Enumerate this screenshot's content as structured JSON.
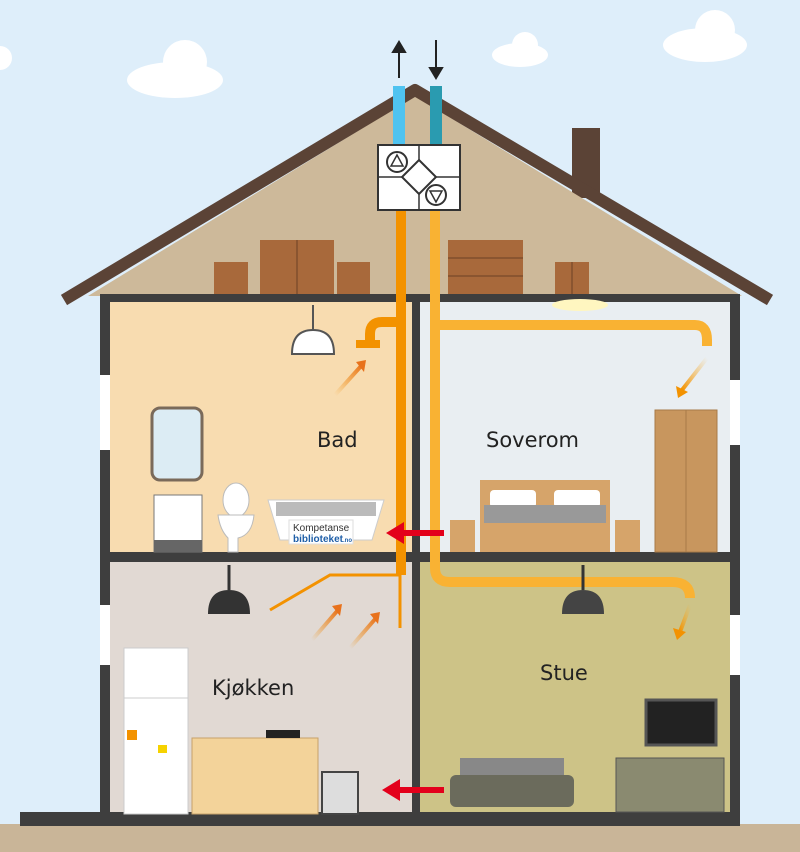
{
  "rooms": {
    "bad": "Bad",
    "soverom": "Soverom",
    "kjokken": "Kjøkken",
    "stue": "Stue"
  },
  "logo": {
    "line1": "Kompetanse",
    "line2": "biblioteket",
    "suffix": ".no"
  },
  "colors": {
    "sky": "#deeefa",
    "roof": "#5b4336",
    "attic": "#cdb99a",
    "wall": "#3e3e3e",
    "bad": "#f8dcb0",
    "soverom": "#e9eef2",
    "kjokken": "#e1d9d3",
    "stue": "#cdc387",
    "exhaust_duct": "#f39200",
    "supply_duct": "#f9b233",
    "intake": "#4fc3f0",
    "outlet": "#2a9bb0",
    "flow_arrow": "#e3001b"
  }
}
